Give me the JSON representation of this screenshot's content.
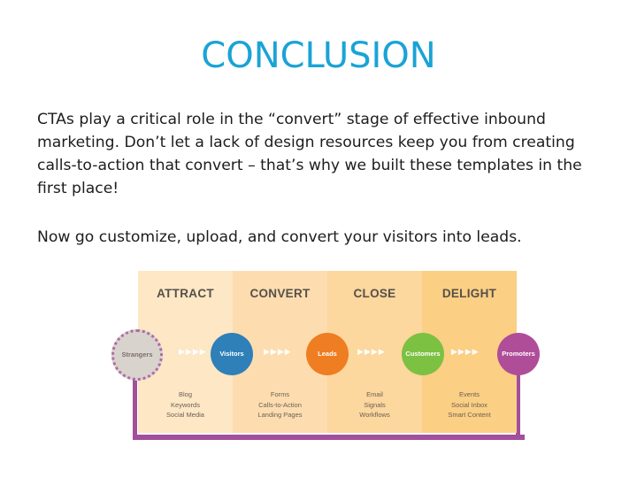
{
  "title": "CONCLUSION",
  "paragraphs": {
    "p1": "CTAs play a critical role in the “convert” stage of effective inbound marketing. Don’t let a lack of design resources keep you from creating calls-to-action that convert – that’s why we built these templates in the first place!",
    "p2": "Now go customize, upload, and convert your visitors into leads."
  },
  "diagram": {
    "stages": [
      {
        "name": "ATTRACT",
        "items": [
          "Blog",
          "Keywords",
          "Social Media"
        ],
        "color": "#fde7c5"
      },
      {
        "name": "CONVERT",
        "items": [
          "Forms",
          "Calls-to-Action",
          "Landing Pages"
        ],
        "color": "#fdddb0"
      },
      {
        "name": "CLOSE",
        "items": [
          "Email",
          "Signals",
          "Workflows"
        ],
        "color": "#fcd79e"
      },
      {
        "name": "DELIGHT",
        "items": [
          "Events",
          "Social Inbox",
          "Smart Content"
        ],
        "color": "#fbcf84"
      }
    ],
    "nodes": [
      {
        "label": "Strangers",
        "color": "#d8d3cc"
      },
      {
        "label": "Visitors",
        "color": "#2f7fb8"
      },
      {
        "label": "Leads",
        "color": "#ef7d22"
      },
      {
        "label": "Customers",
        "color": "#7cc142"
      },
      {
        "label": "Promoters",
        "color": "#b04d98"
      }
    ],
    "arrow_glyph": "▶▶▶▶",
    "accent_purple": "#a24f9c"
  }
}
